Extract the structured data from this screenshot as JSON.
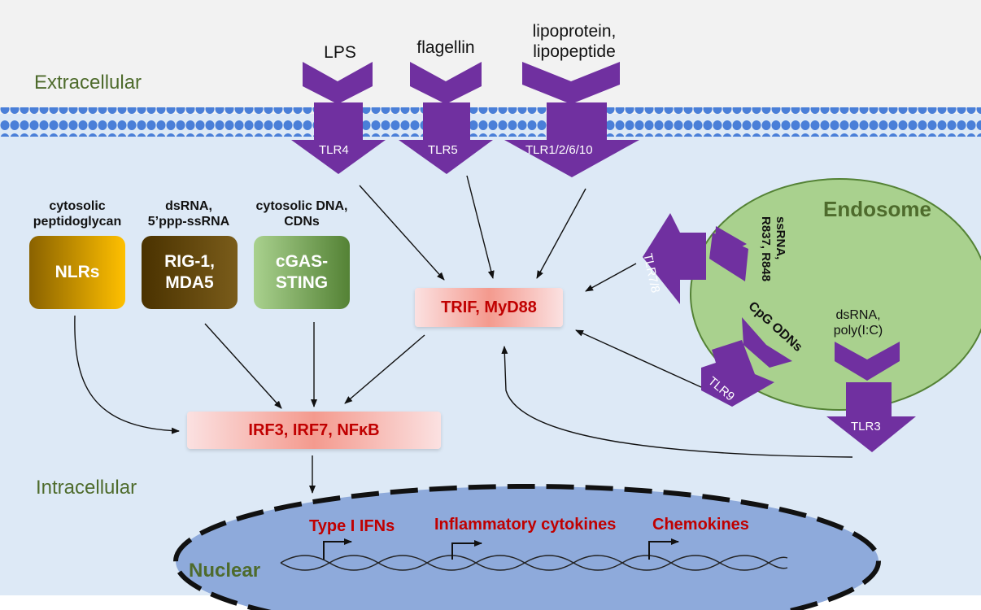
{
  "regions": {
    "extracellular": "Extracellular",
    "intracellular": "Intracellular",
    "nuclear": "Nuclear",
    "endosome": "Endosome"
  },
  "ligands": {
    "lps": "LPS",
    "flagellin": "flagellin",
    "lipoprotein_line1": "lipoprotein,",
    "lipoprotein_line2": "lipopeptide",
    "ssrna_line1": "ssRNA,",
    "ssrna_line2": "R837, R848",
    "cpg": "CpG ODNs",
    "dsrna_line1": "dsRNA,",
    "dsrna_line2": "poly(I:C)"
  },
  "receptors": {
    "tlr4": "TLR4",
    "tlr5": "TLR5",
    "tlr1": "TLR1/2/6/10",
    "tlr78": "TLR7/8",
    "tlr9": "TLR9",
    "tlr3": "TLR3"
  },
  "sensors": [
    {
      "ligand_line1": "cytosolic",
      "ligand_line2": "peptidoglycan",
      "name_line1": "NLRs",
      "name_line2": ""
    },
    {
      "ligand_line1": "dsRNA,",
      "ligand_line2": "5’ppp-ssRNA",
      "name_line1": "RIG-1,",
      "name_line2": "MDA5"
    },
    {
      "ligand_line1": "cytosolic DNA,",
      "ligand_line2": "CDNs",
      "name_line1": "cGAS-",
      "name_line2": "STING"
    }
  ],
  "adaptors": {
    "trif": "TRIF, MyD88",
    "irf": "IRF3, IRF7, NFκB"
  },
  "genes": {
    "ifn": "Type I IFNs",
    "cytokines": "Inflammatory cytokines",
    "chemokines": "Chemokines"
  },
  "colors": {
    "receptor": "#7030a0",
    "membrane": "#4a7fd8",
    "cytoplasm": "#dde9f6",
    "endosome": "#a9d18e",
    "nucleus": "#8eaadb",
    "highlight_text": "#c00000",
    "region_text": "#4e6b2c"
  }
}
